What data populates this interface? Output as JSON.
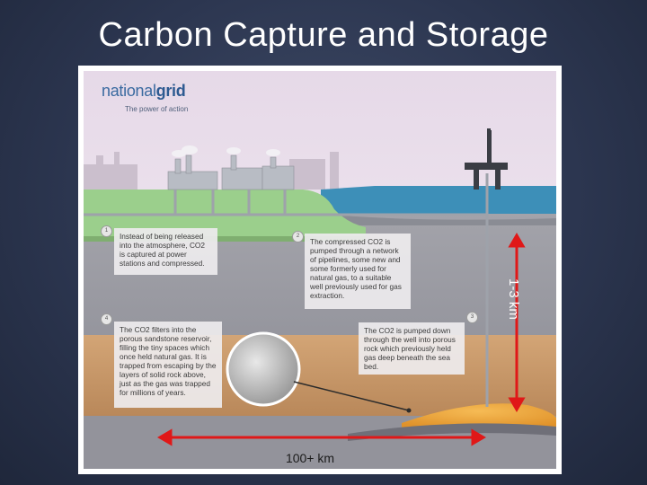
{
  "slide": {
    "title": "Carbon Capture and Storage"
  },
  "logo": {
    "name_part1": "national",
    "name_part2": "grid",
    "tagline": "The power of action"
  },
  "callouts": [
    {
      "number": "1",
      "text": "Instead of being released into the atmosphere, CO2 is captured at power stations and compressed."
    },
    {
      "number": "2",
      "text": "The compressed CO2 is pumped through a network of pipelines, some new and some formerly used for natural gas, to a suitable well previously used for gas extraction."
    },
    {
      "number": "3",
      "text": "The CO2 is pumped down through the well into porous rock which previously held gas deep beneath the sea bed."
    },
    {
      "number": "4",
      "text": "The CO2 filters into the porous sandstone reservoir, filling the tiny spaces which once held natural gas. It is trapped from escaping by the layers of solid rock above, just as the gas was trapped for millions of years."
    }
  ],
  "annotations": {
    "depth_label": "1-3 km",
    "distance_label": "100+ km"
  },
  "colors": {
    "arrow": "#e01818",
    "sea": "#3d8fb8",
    "land": "#9bcf8c",
    "rock": "#8e8f97",
    "sandstone": "#c99a6a",
    "reservoir": "#f0a73a"
  }
}
